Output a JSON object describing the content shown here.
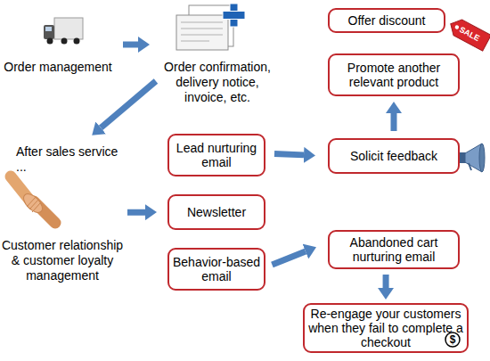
{
  "diagram": {
    "nodes": [
      {
        "text": [
          "Order management"
        ]
      },
      {
        "text": [
          "Order confirmation, delivery notice, invoice, etc."
        ]
      },
      {
        "text": [
          "Offer discount"
        ]
      },
      {
        "text": [
          "Promote another relevant product"
        ]
      },
      {
        "text": [
          "After sales service ...",
          "Customer relationship & customer loyalty management"
        ]
      },
      {
        "text": [
          "Lead nurturing email"
        ]
      },
      {
        "text": [
          "Solicit feedback"
        ]
      },
      {
        "text": [
          "Newsletter"
        ]
      },
      {
        "text": [
          "Behavior-based email"
        ]
      },
      {
        "text": [
          "Abandoned cart nurturing email"
        ]
      },
      {
        "text": [
          "Re-engage your customers when they fail to complete a checkout"
        ]
      }
    ],
    "edges": [
      {
        "from": 0,
        "to": 1,
        "arrow": "to"
      },
      {
        "from": 1,
        "to": 4,
        "arrow": "to"
      },
      {
        "from": 5,
        "to": 6,
        "arrow": "to"
      },
      {
        "from": 6,
        "to": 3,
        "arrow": "to"
      },
      {
        "from": 4,
        "to": 7,
        "arrow": "to"
      },
      {
        "from": 8,
        "to": 9,
        "arrow": "to"
      },
      {
        "from": 9,
        "to": 10,
        "arrow": "to"
      }
    ],
    "labels": [
      "SALE",
      "$"
    ]
  }
}
